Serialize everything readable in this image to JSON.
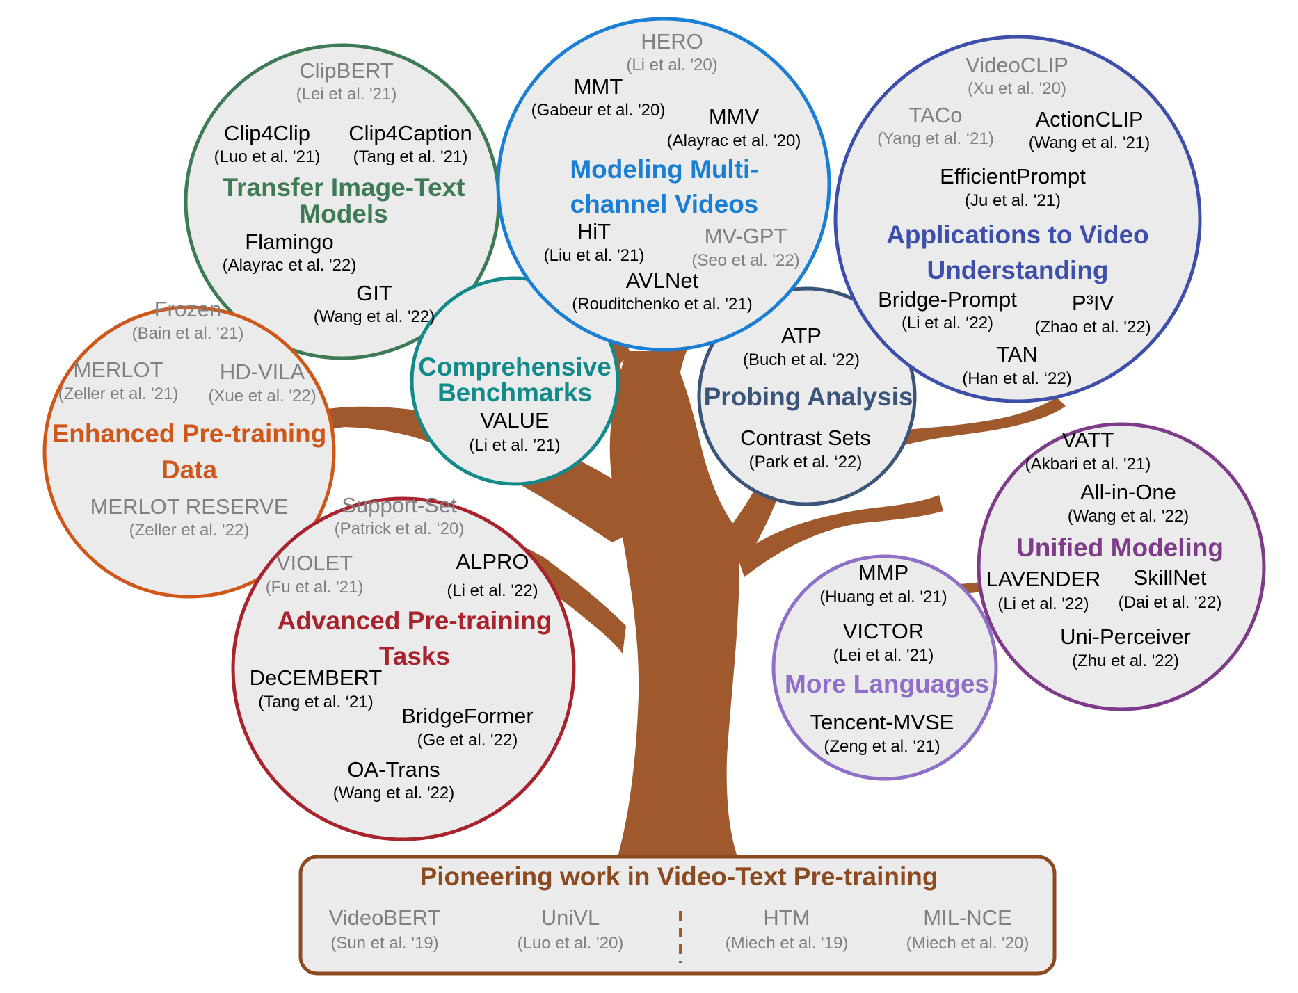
{
  "colors": {
    "trunk": "#a0592c",
    "circle_fill": "#ebebeb",
    "primary_text": "#000000",
    "secondary_text": "#808080",
    "transfer": "#3f7a56",
    "multichannel": "#1a7fd4",
    "applications": "#3d4faa",
    "enhanced": "#d0571a",
    "benchmarks": "#138a8a",
    "probing": "#3b557a",
    "advanced": "#a8232c",
    "unified": "#7d3b8a",
    "languages": "#8f6fc8",
    "pioneering": "#8c4a20"
  },
  "groups": {
    "transfer": {
      "title": [
        "Transfer Image-Text",
        "Models"
      ],
      "works": [
        {
          "name": "ClipBERT",
          "cite": "(Lei et al. '21)",
          "tone": "secondary"
        },
        {
          "name": "Clip4Clip",
          "cite": "(Luo et al. '21)",
          "tone": "primary"
        },
        {
          "name": "Clip4Caption",
          "cite": "(Tang et al. '21)",
          "tone": "primary"
        },
        {
          "name": "Flamingo",
          "cite": "(Alayrac et al. '22)",
          "tone": "primary"
        },
        {
          "name": "GIT",
          "cite": "(Wang et al. '22)",
          "tone": "primary"
        }
      ]
    },
    "multichannel": {
      "title": [
        "Modeling Multi-",
        "channel Videos"
      ],
      "works": [
        {
          "name": "HERO",
          "cite": "(Li et al. '20)",
          "tone": "secondary"
        },
        {
          "name": "MMT",
          "cite": "(Gabeur et al. '20)",
          "tone": "primary"
        },
        {
          "name": "MMV",
          "cite": "(Alayrac et al. '20)",
          "tone": "primary"
        },
        {
          "name": "HiT",
          "cite": "(Liu et al. '21)",
          "tone": "primary"
        },
        {
          "name": "MV-GPT",
          "cite": "(Seo et al. '22)",
          "tone": "secondary"
        },
        {
          "name": "AVLNet",
          "cite": "(Rouditchenko et al. '21)",
          "tone": "primary"
        }
      ]
    },
    "applications": {
      "title": [
        "Applications to Video",
        "Understanding"
      ],
      "works": [
        {
          "name": "VideoCLIP",
          "cite": "(Xu et al. '20)",
          "tone": "secondary"
        },
        {
          "name": "TACo",
          "cite": "(Yang et al. ‘21)",
          "tone": "secondary"
        },
        {
          "name": "ActionCLIP",
          "cite": "(Wang et al. '21)",
          "tone": "primary"
        },
        {
          "name": "EfficientPrompt",
          "cite": "(Ju et al. '21)",
          "tone": "primary"
        },
        {
          "name": "Bridge-Prompt",
          "cite": "(Li et al. ‘22)",
          "tone": "primary"
        },
        {
          "name": "P³IV",
          "cite": "(Zhao et al. '22)",
          "tone": "primary"
        },
        {
          "name": "TAN",
          "cite": "(Han et al. ‘22)",
          "tone": "primary"
        }
      ]
    },
    "enhanced": {
      "title": [
        "Enhanced Pre-training",
        "Data"
      ],
      "works": [
        {
          "name": "Frozen",
          "cite": "(Bain et al. '21)",
          "tone": "secondary"
        },
        {
          "name": "MERLOT",
          "cite": "(Zeller et al. '21)",
          "tone": "secondary"
        },
        {
          "name": "HD-VILA",
          "cite": "(Xue et al. '22)",
          "tone": "secondary"
        },
        {
          "name": "MERLOT RESERVE",
          "cite": "(Zeller et al. '22)",
          "tone": "secondary"
        }
      ]
    },
    "benchmarks": {
      "title": [
        "Comprehensive",
        "Benchmarks"
      ],
      "works": [
        {
          "name": "VALUE",
          "cite": "(Li et al. '21)",
          "tone": "primary"
        }
      ]
    },
    "probing": {
      "title": [
        "Probing Analysis"
      ],
      "works": [
        {
          "name": "ATP",
          "cite": "(Buch et al. ‘22)",
          "tone": "primary"
        },
        {
          "name": "Contrast Sets",
          "cite": "(Park et al. ‘22)",
          "tone": "primary"
        }
      ]
    },
    "advanced": {
      "title": [
        "Advanced Pre-training",
        "Tasks"
      ],
      "works": [
        {
          "name": "Support-Set",
          "cite": "(Patrick et al. ‘20)",
          "tone": "secondary"
        },
        {
          "name": "VIOLET",
          "cite": "(Fu et al. '21)",
          "tone": "secondary"
        },
        {
          "name": "ALPRO",
          "cite": "(Li et al. '22)",
          "tone": "primary"
        },
        {
          "name": "DeCEMBERT",
          "cite": "(Tang et al. ‘21)",
          "tone": "primary"
        },
        {
          "name": "BridgeFormer",
          "cite": "(Ge et al. '22)",
          "tone": "primary"
        },
        {
          "name": "OA-Trans",
          "cite": "(Wang et al. '22)",
          "tone": "primary"
        }
      ]
    },
    "unified": {
      "title": [
        "Unified Modeling"
      ],
      "works": [
        {
          "name": "VATT",
          "cite": "(Akbari et al. '21)",
          "tone": "primary"
        },
        {
          "name": "All-in-One",
          "cite": "(Wang et al. '22)",
          "tone": "primary"
        },
        {
          "name": "LAVENDER",
          "cite": "(Li et al. '22)",
          "tone": "primary"
        },
        {
          "name": "SkillNet",
          "cite": "(Dai et al. '22)",
          "tone": "primary"
        },
        {
          "name": "Uni-Perceiver",
          "cite": "(Zhu et al. '22)",
          "tone": "primary"
        }
      ]
    },
    "languages": {
      "title": [
        "More Languages"
      ],
      "works": [
        {
          "name": "MMP",
          "cite": "(Huang et al. '21)",
          "tone": "primary"
        },
        {
          "name": "VICTOR",
          "cite": "(Lei et al. '21)",
          "tone": "primary"
        },
        {
          "name": "Tencent-MVSE",
          "cite": "(Zeng et al. '21)",
          "tone": "primary"
        }
      ]
    }
  },
  "pioneering": {
    "title": "Pioneering work in Video-Text Pre-training",
    "works": [
      {
        "name": "VideoBERT",
        "cite": "(Sun et al. '19)"
      },
      {
        "name": "UniVL",
        "cite": "(Luo et al. '20)"
      },
      {
        "name": "HTM",
        "cite": "(Miech et al. '19)"
      },
      {
        "name": "MIL-NCE",
        "cite": "(Miech et al. '20)"
      }
    ]
  }
}
